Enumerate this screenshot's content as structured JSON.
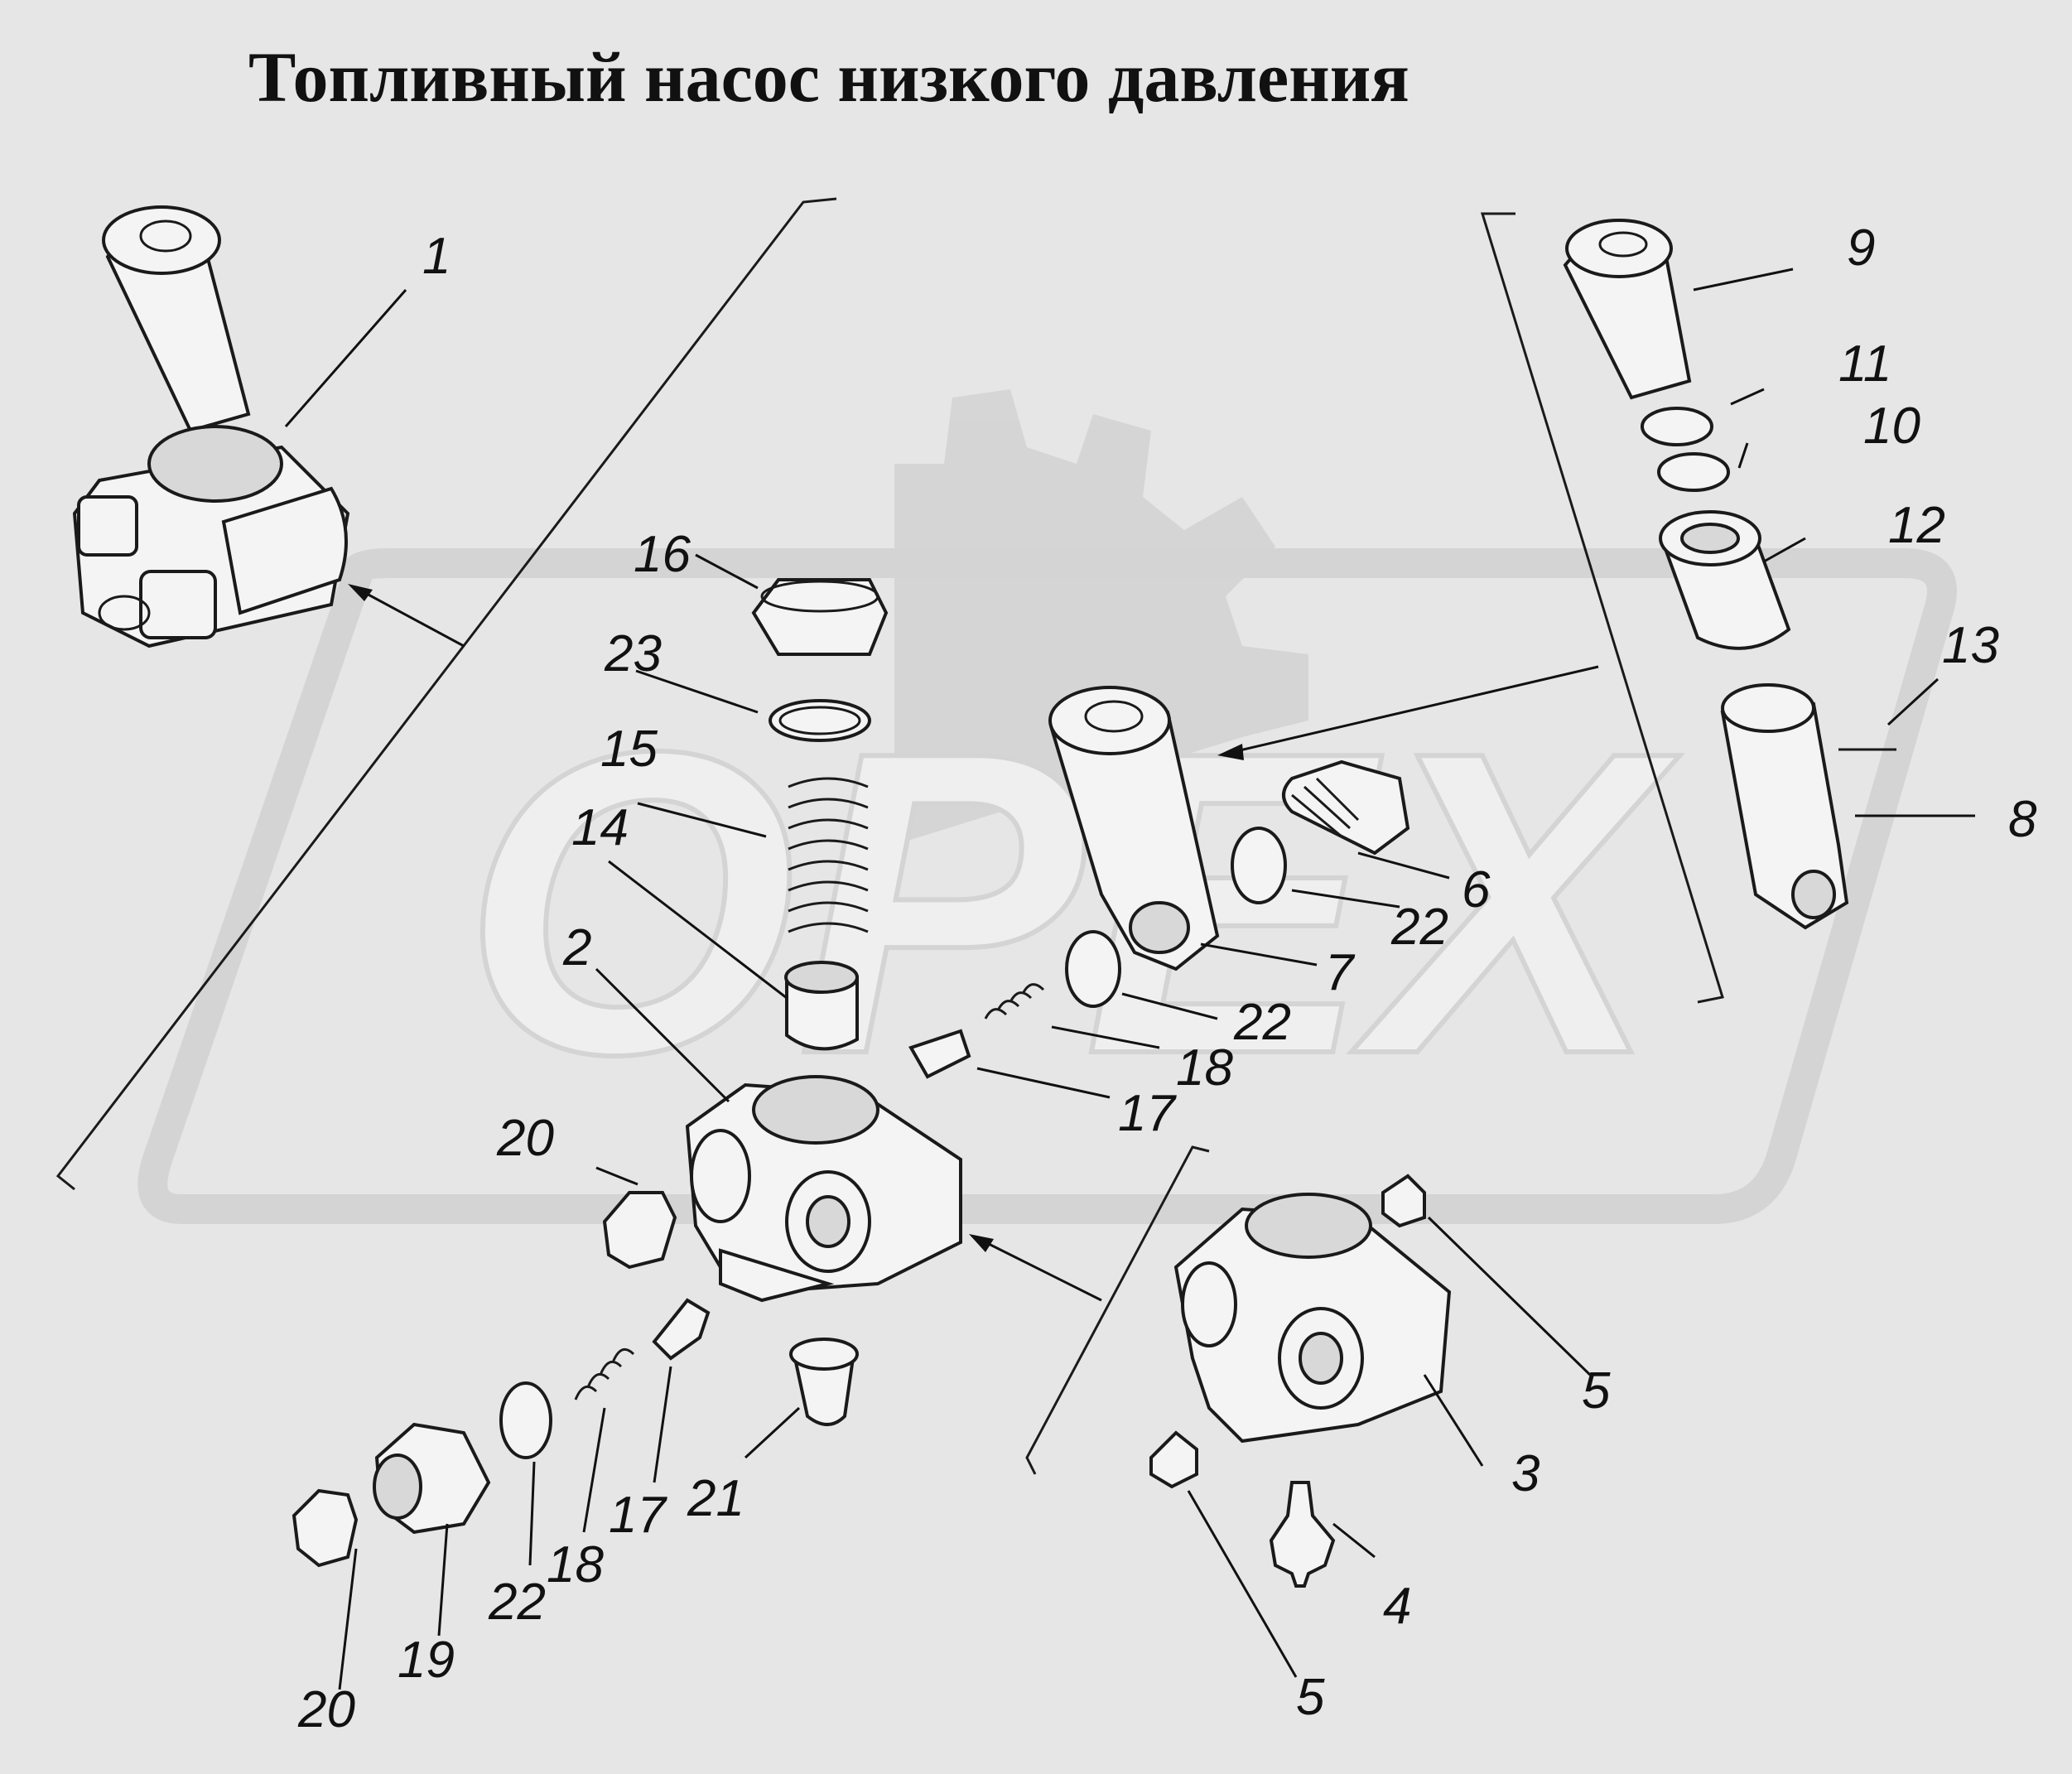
{
  "title": "Топливный насос низкого давления",
  "watermark": "OPEX",
  "colors": {
    "background": "#e6e6e6",
    "watermark": "#d0d0d0",
    "ink": "#111111"
  },
  "labels": {
    "l1": "1",
    "l2": "2",
    "l3": "3",
    "l4": "4",
    "l5a": "5",
    "l5b": "5",
    "l6": "6",
    "l7": "7",
    "l8": "8",
    "l9": "9",
    "l10": "10",
    "l11": "11",
    "l12": "12",
    "l13": "13",
    "l14": "14",
    "l15": "15",
    "l16": "16",
    "l17a": "17",
    "l17b": "17",
    "l18a": "18",
    "l18b": "18",
    "l19": "19",
    "l20a": "20",
    "l20b": "20",
    "l21": "21",
    "l22a": "22",
    "l22b": "22",
    "l22c": "22",
    "l23": "23"
  }
}
